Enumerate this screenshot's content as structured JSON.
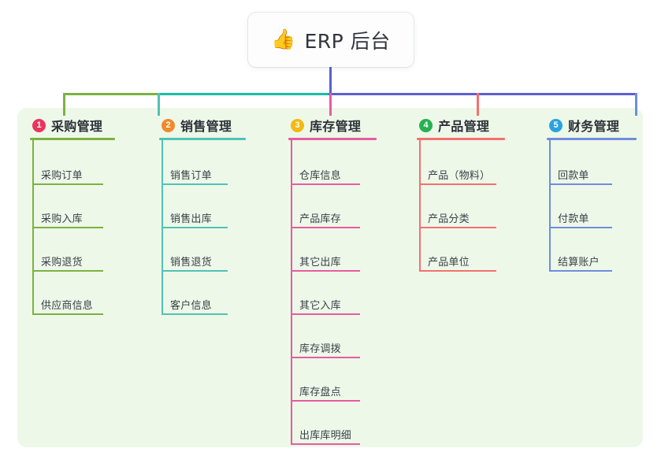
{
  "root": {
    "icon": "thumbs-up-icon",
    "icon_glyph": "👍",
    "title": "ERP 后台"
  },
  "theme": {
    "page_background": "#ffffff",
    "panel_background": "#eef8e9",
    "card_background": "#fdfdfd",
    "title_text": "#31353c",
    "label_text": "#3a3f47",
    "stem_color": "#5b5fd0"
  },
  "trunk": {
    "segments": [
      {
        "name": "trunk-segment-green",
        "color": "#7cb242"
      },
      {
        "name": "trunk-segment-teal",
        "color": "#17bfa8"
      },
      {
        "name": "trunk-segment-indigo",
        "color": "#5b5fd0"
      }
    ]
  },
  "columns": [
    {
      "number": "1",
      "title": "采购管理",
      "badge_color": "#e8365d",
      "line_color": "#7cb242",
      "items": [
        "采购订单",
        "采购入库",
        "采购退货",
        "供应商信息"
      ]
    },
    {
      "number": "2",
      "title": "销售管理",
      "badge_color": "#f08a2c",
      "line_color": "#4fc3b4",
      "items": [
        "销售订单",
        "销售出库",
        "销售退货",
        "客户信息"
      ]
    },
    {
      "number": "3",
      "title": "库存管理",
      "badge_color": "#f2b911",
      "line_color": "#e85ba0",
      "items": [
        "仓库信息",
        "产品库存",
        "其它出库",
        "其它入库",
        "库存调拨",
        "库存盘点",
        "出库库明细"
      ]
    },
    {
      "number": "4",
      "title": "产品管理",
      "badge_color": "#26b152",
      "line_color": "#f4706e",
      "items": [
        "产品（物料）",
        "产品分类",
        "产品单位"
      ]
    },
    {
      "number": "5",
      "title": "财务管理",
      "badge_color": "#29a3e0",
      "line_color": "#6f8ddc",
      "items": [
        "回款单",
        "付款单",
        "结算账户"
      ]
    }
  ]
}
